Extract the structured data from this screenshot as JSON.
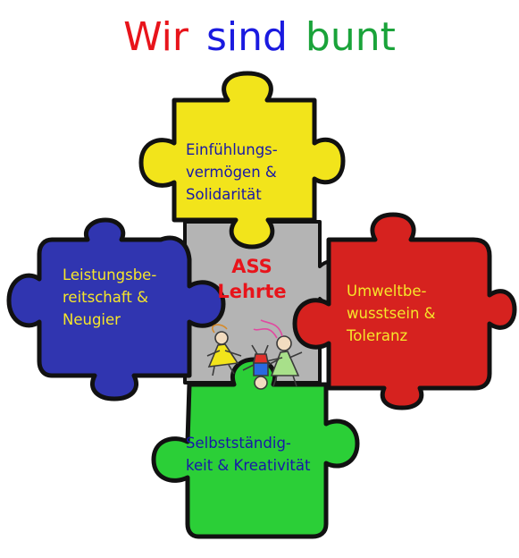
{
  "title": {
    "words": [
      "Wir",
      "sind",
      "bunt"
    ],
    "colors": [
      "#e8141b",
      "#1a1ae0",
      "#1aa33a"
    ]
  },
  "colors": {
    "yellow": "#f2e41b",
    "blue": "#3035b0",
    "red": "#d6221f",
    "green": "#2bcf37",
    "gray": "#b4b4b4",
    "outline": "#111111"
  },
  "pieces": {
    "top": {
      "text": "Einfühlungs-\nvermögen &\nSolidarität",
      "color": "#1818a8"
    },
    "left": {
      "text": "Leistungsbe-\nreitschaft &\nNeugier",
      "color": "#f6e62a"
    },
    "right": {
      "text": "Umweltbe-\nwusstsein &\nToleranz",
      "color": "#f6e62a"
    },
    "bottom": {
      "text": "Selbstständig-\nkeit & Kreativität",
      "color": "#1818a8"
    },
    "center": {
      "text": "ASS\nLehrte",
      "color": "#e8141b"
    }
  }
}
